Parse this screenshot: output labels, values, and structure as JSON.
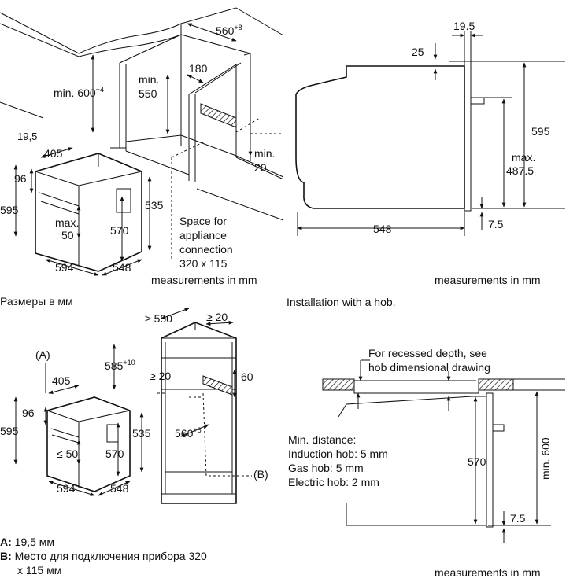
{
  "panel_top_left": {
    "dims": {
      "d560": "560",
      "d560_sup": "+8",
      "min600": "min. 600",
      "min600_sup": "+4",
      "min550_a": "min.",
      "min550_b": "550",
      "d180": "180",
      "min20_a": "min.",
      "min20_b": "20",
      "d19_5": "19,5",
      "d405": "405",
      "d96": "96",
      "d595": "595",
      "max50_a": "max.",
      "max50_b": "50",
      "d535": "535",
      "d570": "570",
      "d594": "594",
      "d548": "548"
    },
    "space_note": [
      "Space for",
      "appliance",
      "connection",
      "320 x 115"
    ],
    "units": "measurements in mm",
    "caption": "Размеры в мм"
  },
  "panel_top_right": {
    "dims": {
      "d19_5": "19.5",
      "d25": "25",
      "d595": "595",
      "max487_a": "max.",
      "max487_b": "487.5",
      "d548": "548",
      "d7_5": "7.5"
    },
    "units": "measurements in mm",
    "caption": "Installation with a hob."
  },
  "panel_bottom_left": {
    "dims": {
      "A": "(A)",
      "d550": "≥ 550",
      "d20_top": "≥ 20",
      "d585": "585",
      "d585_sup": "+10",
      "d20_mid": "≥ 20",
      "d60": "60",
      "d560": "560",
      "d560_sup": "+8",
      "d405": "405",
      "d96": "96",
      "d595": "595",
      "d50": "≤ 50",
      "d535": "535",
      "d570": "570",
      "d594": "594",
      "d548": "548",
      "B": "(B)"
    },
    "legend": {
      "a_key": "A:",
      "a_text": "19,5 мм",
      "b_key": "B:",
      "b_text": "Место для подключения прибора 320",
      "b_text2": "x 115 мм"
    }
  },
  "panel_bottom_right": {
    "note": [
      "For recessed depth, see",
      "hob dimensional drawing"
    ],
    "min_distance": [
      "Min. distance:",
      "Induction hob: 5 mm",
      "Gas hob: 5 mm",
      "Electric hob: 2 mm"
    ],
    "dims": {
      "d570": "570",
      "min600": "min. 600",
      "d7_5": "7.5"
    },
    "units": "measurements in mm"
  }
}
